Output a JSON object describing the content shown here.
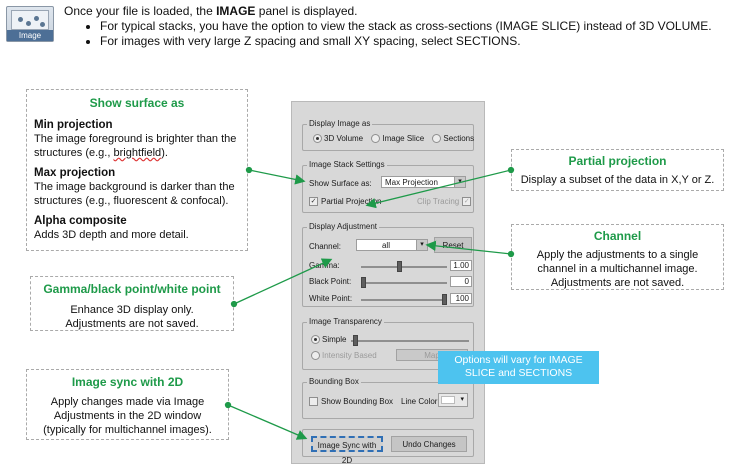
{
  "intro": {
    "icon_label": "Image",
    "line_pre": "Once your file is loaded, the ",
    "line_bold": "IMAGE",
    "line_post": " panel is displayed.",
    "bullets": [
      "For typical stacks, you have the option to view the stack as cross-sections (IMAGE SLICE) instead of 3D VOLUME.",
      "For images with very large Z spacing and small XY spacing, select SECTIONS."
    ]
  },
  "callouts": {
    "show_surface": {
      "title": "Show surface as",
      "items": [
        {
          "head": "Min projection",
          "pre": "The image foreground is brighter than the structures (e.g., ",
          "link": "brightfield",
          "post": ")."
        },
        {
          "head": "Max projection",
          "pre": "The image background is darker than the structures (e.g., fluorescent & confocal).",
          "link": "",
          "post": ""
        },
        {
          "head": "Alpha composite",
          "pre": "Adds 3D depth and more detail.",
          "link": "",
          "post": ""
        }
      ]
    },
    "gamma": {
      "title": "Gamma/black point/white point",
      "body": "Enhance 3D display only. Adjustments are not saved."
    },
    "sync": {
      "title": "Image sync with 2D",
      "body": "Apply changes made via Image Adjustments in the 2D window (typically for multichannel images)."
    },
    "partial": {
      "title": "Partial projection",
      "body": "Display a subset of the data in X,Y or Z."
    },
    "channel": {
      "title": "Channel",
      "body": "Apply the adjustments to a single channel in a multichannel image. Adjustments are not saved."
    }
  },
  "panel": {
    "display_image_as": {
      "title": "Display Image as",
      "options": [
        "3D Volume",
        "Image Slice",
        "Sections"
      ],
      "selected": "3D Volume"
    },
    "stack_settings": {
      "title": "Image Stack Settings",
      "show_surface_label": "Show Surface as:",
      "show_surface_value": "Max Projection",
      "partial_label": "Partial Projection",
      "clip_label": "Clip Tracing"
    },
    "display_adjustment": {
      "title": "Display Adjustment",
      "channel_label": "Channel:",
      "channel_value": "all",
      "reset_label": "Reset",
      "gamma_label": "Gamma:",
      "gamma_value": "1.00",
      "gamma_level": 0.45,
      "black_label": "Black Point:",
      "black_value": "0",
      "black_level": 0.0,
      "white_label": "White Point:",
      "white_value": "100",
      "white_level": 1.0
    },
    "transparency": {
      "title": "Image Transparency",
      "simple_label": "Simple",
      "intensity_label": "Intensity Based",
      "map_label": "Map"
    },
    "bounding_box": {
      "title": "Bounding Box",
      "show_label": "Show Bounding Box",
      "color_label": "Line Color:"
    },
    "sync_button": "Image Sync with 2D",
    "undo_button": "Undo Changes"
  },
  "tooltip": "Options will vary for IMAGE SLICE and SECTIONS",
  "colors": {
    "accent_green": "#1e9a49",
    "tip_blue": "#4dc3ef",
    "highlight_blue": "#2f6fb5"
  }
}
